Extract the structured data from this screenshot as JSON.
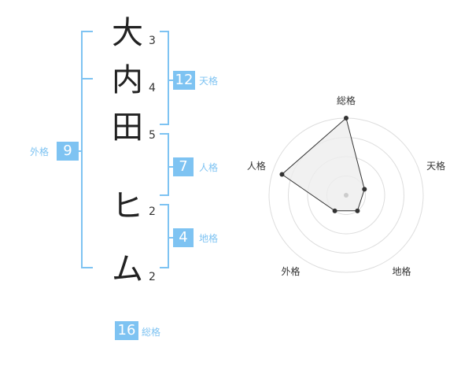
{
  "name": {
    "characters": [
      {
        "char": "大",
        "strokes": "3"
      },
      {
        "char": "内",
        "strokes": "4"
      },
      {
        "char": "田",
        "strokes": "5"
      },
      {
        "char": "ヒ",
        "strokes": "2"
      },
      {
        "char": "ム",
        "strokes": "2"
      }
    ]
  },
  "fortune": {
    "tenkaku": {
      "value": "12",
      "label": "天格"
    },
    "jinkaku": {
      "value": "7",
      "label": "人格"
    },
    "chikaku": {
      "value": "4",
      "label": "地格"
    },
    "gaikaku": {
      "value": "9",
      "label": "外格"
    },
    "soukaku": {
      "value": "16",
      "label": "総格"
    }
  },
  "chart_data": {
    "type": "radar",
    "axes": [
      "総格",
      "天格",
      "地格",
      "外格",
      "人格"
    ],
    "values": [
      4,
      1,
      1,
      1,
      3.5
    ],
    "rings": 4,
    "max": 4
  },
  "colors": {
    "accent": "#7ec3f2",
    "ring": "#dddddd",
    "polygon_stroke": "#333333",
    "polygon_fill": "#eeeeee"
  }
}
